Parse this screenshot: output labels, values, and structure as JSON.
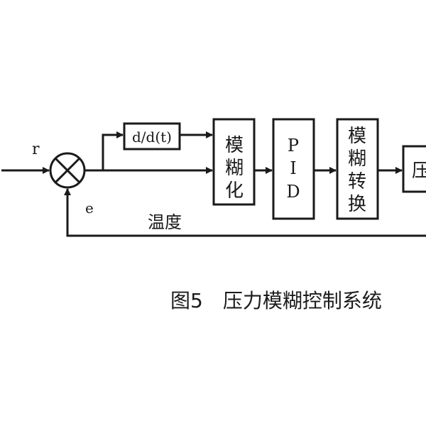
{
  "diagram": {
    "input_label": "r",
    "error_label": "e",
    "feedback_label": "温度",
    "derivative_block": "d/d(t)",
    "fuzzify_block": [
      "模",
      "糊",
      "化"
    ],
    "pid_block": [
      "P",
      "I",
      "D"
    ],
    "defuzzify_block": [
      "模",
      "糊",
      "转",
      "换"
    ],
    "output_block_partial": "压",
    "caption": "图5　压力模糊控制系统"
  },
  "colors": {
    "ink": "#1a1a1a",
    "background": "#ffffff"
  }
}
